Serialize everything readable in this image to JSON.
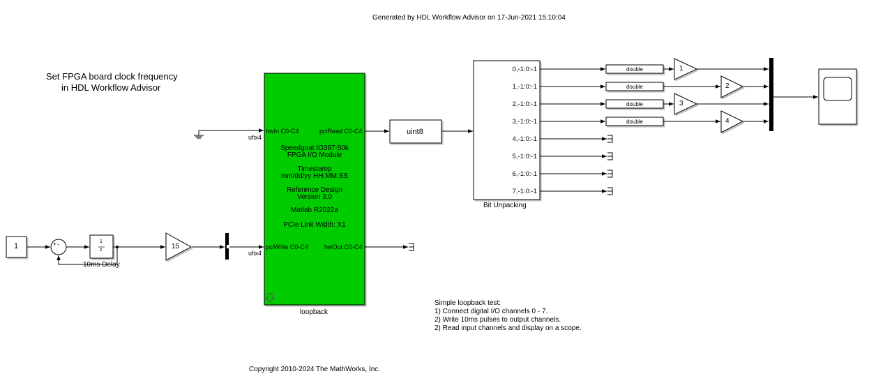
{
  "header": {
    "generated_text": "Generated by HDL Workflow Advisor on 17-Jun-2021 15:10:04"
  },
  "annotations": {
    "clock_note_line1": "Set FPGA board clock frequency",
    "clock_note_line2": "in HDL Workflow Advisor",
    "test_title": "Simple loopback test:",
    "test_step1": "1) Connect digital I/O channels 0 - 7.",
    "test_step2": "2) Write 10ms pulses to output channels.",
    "test_step3": "2) Read input channels and display on a scope.",
    "copyright": "Copyright 2010-2024 The MathWorks, Inc."
  },
  "blocks": {
    "constant_value": "1",
    "sum_signs": "+-",
    "delay_label": "10ms Delay",
    "delay_numerator": "1",
    "delay_denominator": "z",
    "gain_main": "15",
    "loopback": {
      "name": "loopback",
      "color": "#00cc00",
      "in_port_top": "hwIn C0-C4",
      "out_port_top": "pciRead C0-C4",
      "in_port_bottom": "pciWrite C0-C4",
      "out_port_bottom": "hwOut C0-C4",
      "type_top": "ufix4",
      "type_bottom": "ufix4",
      "info1_line1": "Speedgoat IO397-50k",
      "info1_line2": "FPGA I/O Module",
      "info2_line1": "Timestamp",
      "info2_line2": "mm/dd/yy HH:MM:SS",
      "info3_line1": "Reference Design",
      "info3_line2": "Version 3.0",
      "info4": "Matlab R2022a",
      "info5": "PCIe Link Width: X1"
    },
    "uint8_label": "uint8",
    "bit_unpacking": {
      "name": "Bit Unpacking",
      "outputs": [
        "0,-1:0:-1",
        "1,-1:0:-1",
        "2,-1:0:-1",
        "3,-1:0:-1",
        "4,-1:0:-1",
        "5,-1:0:-1",
        "6,-1:0:-1",
        "7,-1:0:-1"
      ]
    },
    "convert_labels": [
      "double",
      "double",
      "double",
      "double"
    ],
    "gain_labels": [
      "1",
      "2",
      "3",
      "4"
    ]
  }
}
